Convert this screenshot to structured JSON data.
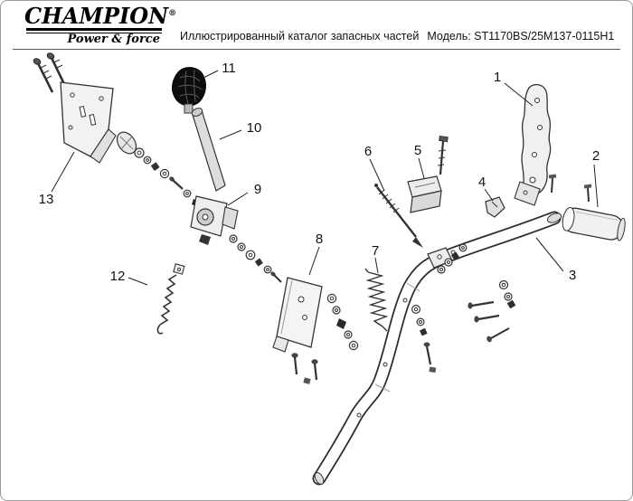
{
  "page": {
    "bg_color": "#ffffff",
    "border_color": "#9a9a9a"
  },
  "header": {
    "logo": {
      "brand": "CHAMPION",
      "registered": "®",
      "tagline": "Power & force"
    },
    "catalog_title": "Иллюстрированный каталог запасных частей",
    "model": "Модель: ST1170BS/25M137-0115H1"
  },
  "diagram": {
    "description": "Exploded spare-parts diagram with numbered callouts",
    "callouts": [
      "1",
      "2",
      "3",
      "4",
      "5",
      "6",
      "7",
      "8",
      "9",
      "10",
      "11",
      "12",
      "13"
    ]
  }
}
